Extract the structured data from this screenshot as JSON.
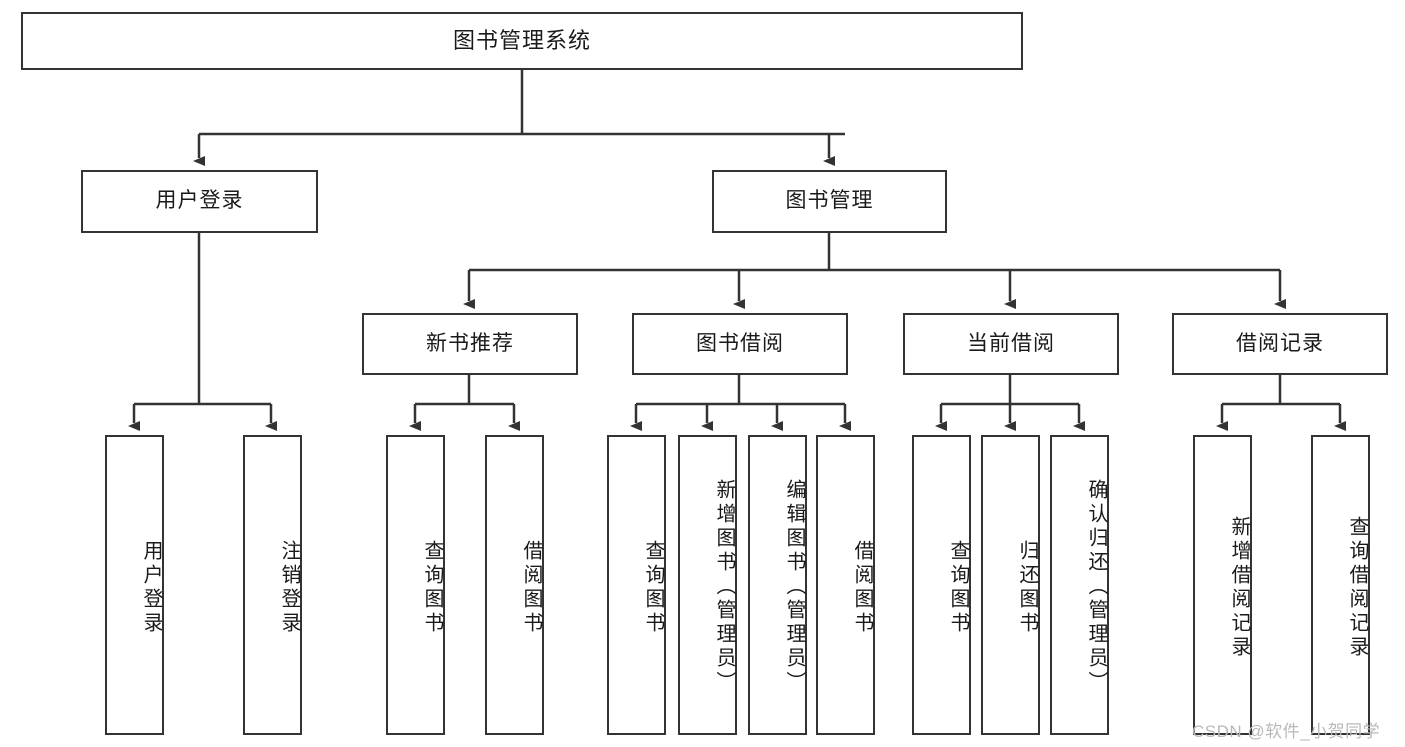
{
  "diagram": {
    "title_node": {
      "label": "图书管理系统"
    },
    "level2": [
      {
        "label": "用户登录"
      },
      {
        "label": "图书管理"
      }
    ],
    "level3": [
      {
        "label": "新书推荐"
      },
      {
        "label": "图书借阅"
      },
      {
        "label": "当前借阅"
      },
      {
        "label": "借阅记录"
      }
    ],
    "leaves": [
      {
        "label": "用户登录"
      },
      {
        "label": "注销登录"
      },
      {
        "label": "查询图书"
      },
      {
        "label": "借阅图书"
      },
      {
        "label": "查询图书"
      },
      {
        "label": "新增图书（管理员）"
      },
      {
        "label": "编辑图书（管理员）"
      },
      {
        "label": "借阅图书"
      },
      {
        "label": "查询图书"
      },
      {
        "label": "归还图书"
      },
      {
        "label": "确认归还（管理员）"
      },
      {
        "label": "新增借阅记录"
      },
      {
        "label": "查询借阅记录"
      }
    ],
    "watermark": "CSDN @软件_小贺同学",
    "colors": {
      "stroke": "#333333",
      "background": "#ffffff",
      "text": "#1a1a1a",
      "watermark": "#b9b9b9"
    }
  }
}
